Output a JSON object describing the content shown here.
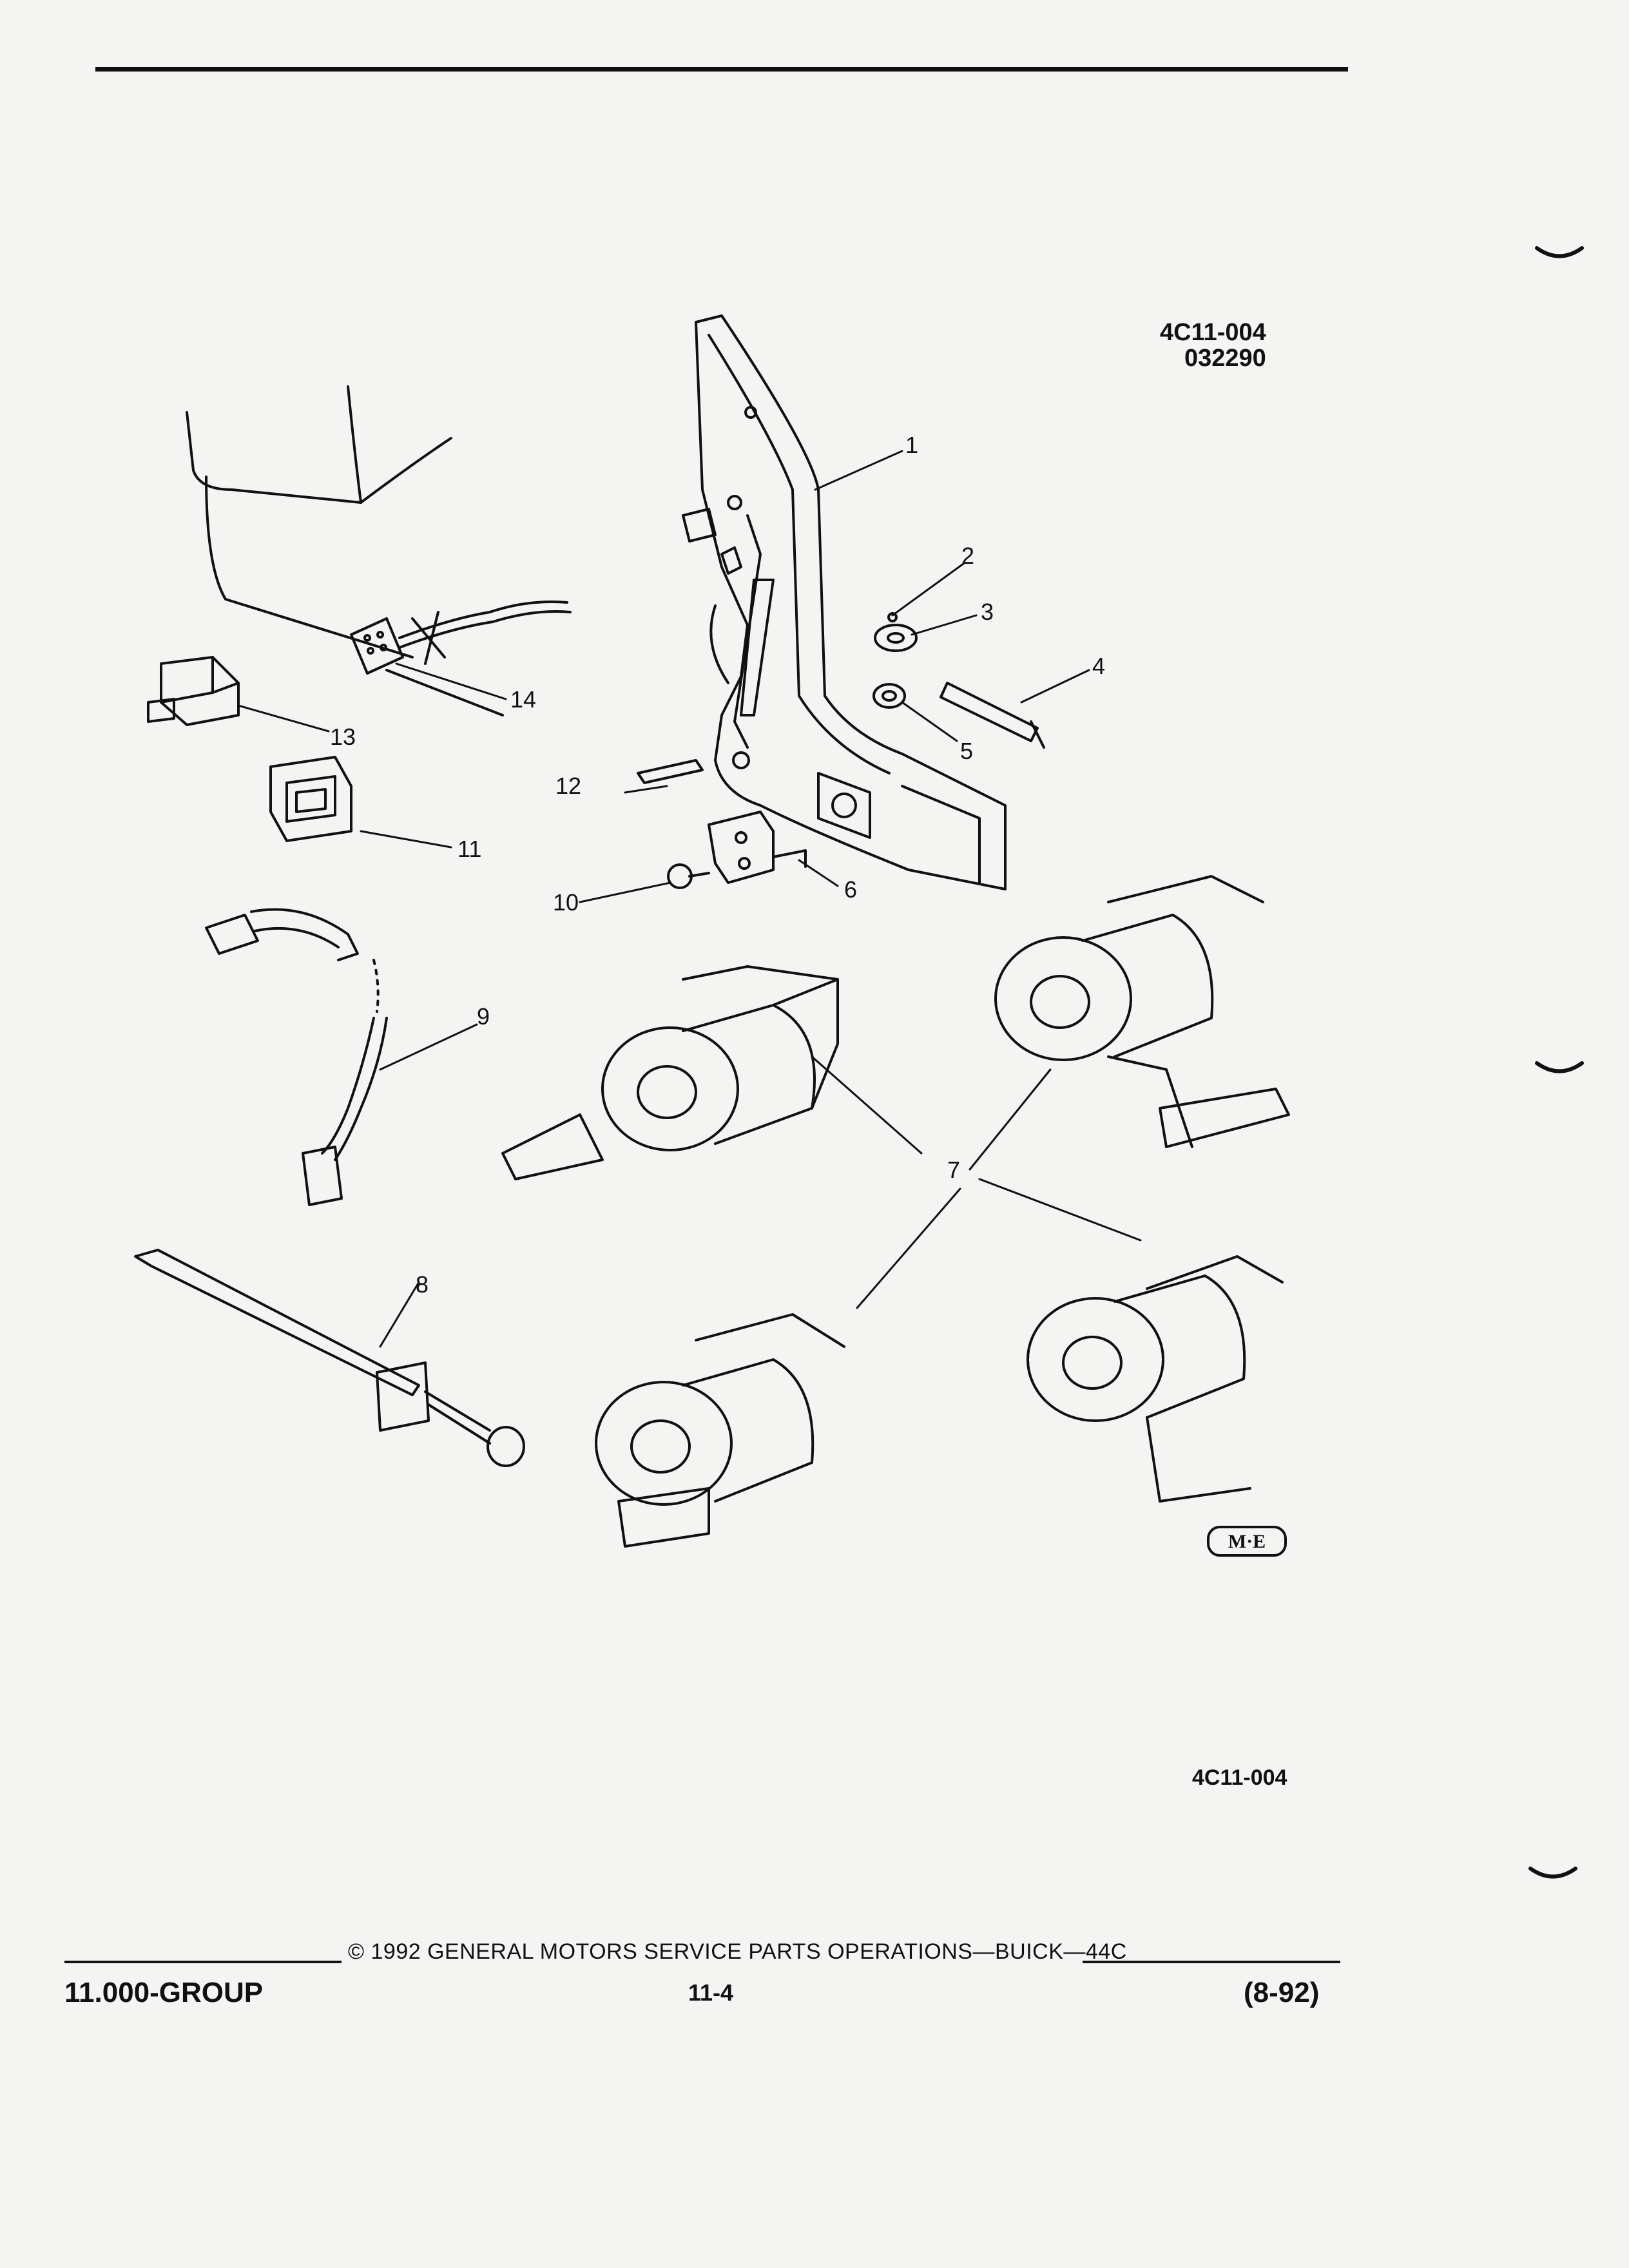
{
  "header": {
    "ref_code": "4C11-004",
    "ref_date": "032290"
  },
  "figure": {
    "ref_code_bottom": "4C11-004",
    "logo_text": "M·E",
    "callouts": [
      "1",
      "2",
      "3",
      "4",
      "5",
      "6",
      "7",
      "8",
      "9",
      "10",
      "11",
      "12",
      "13",
      "14"
    ]
  },
  "footer": {
    "copyright": "© 1992 GENERAL MOTORS SERVICE PARTS OPERATIONS—BUICK—44C",
    "group": "11.000-GROUP",
    "page": "11-4",
    "date": "(8-92)"
  }
}
